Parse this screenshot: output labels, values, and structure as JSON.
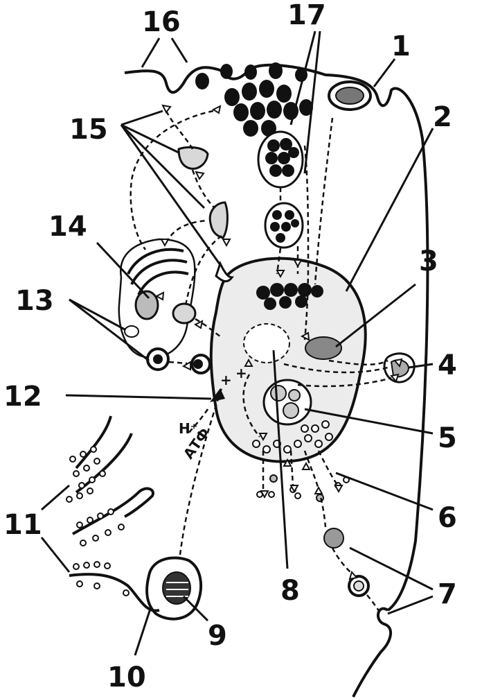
{
  "labels": {
    "l1": "1",
    "l2": "2",
    "l3": "3",
    "l4": "4",
    "l5": "5",
    "l6": "6",
    "l7": "7",
    "l8": "8",
    "l9": "9",
    "l10": "10",
    "l11": "11",
    "l12": "12",
    "l13": "13",
    "l14": "14",
    "l15": "15",
    "l16": "16",
    "l17": "17"
  },
  "annotations": {
    "hplus": "H⁺",
    "atf": "АТФ",
    "plus1": "+",
    "plus2": "+"
  }
}
